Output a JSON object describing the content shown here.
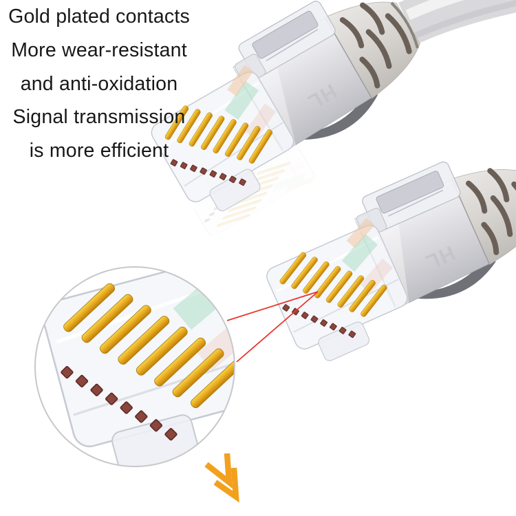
{
  "caption": {
    "lines": [
      "Gold plated contacts",
      "More wear-resistant",
      "and anti-oxidation",
      "Signal transmission",
      "is more efficient"
    ]
  },
  "connector": {
    "marking": "HL",
    "pin_count": 8
  },
  "colors": {
    "caption_text": "#181818",
    "pin_gold": "#E2A81E",
    "callout_red": "#E8362E",
    "arrow_orange": "#F2A11E",
    "cable_gray": "#DCDCDE",
    "boot_slot": "#6B6057",
    "loupe_ring": "#C8C8CB",
    "background": "#FFFFFF"
  }
}
